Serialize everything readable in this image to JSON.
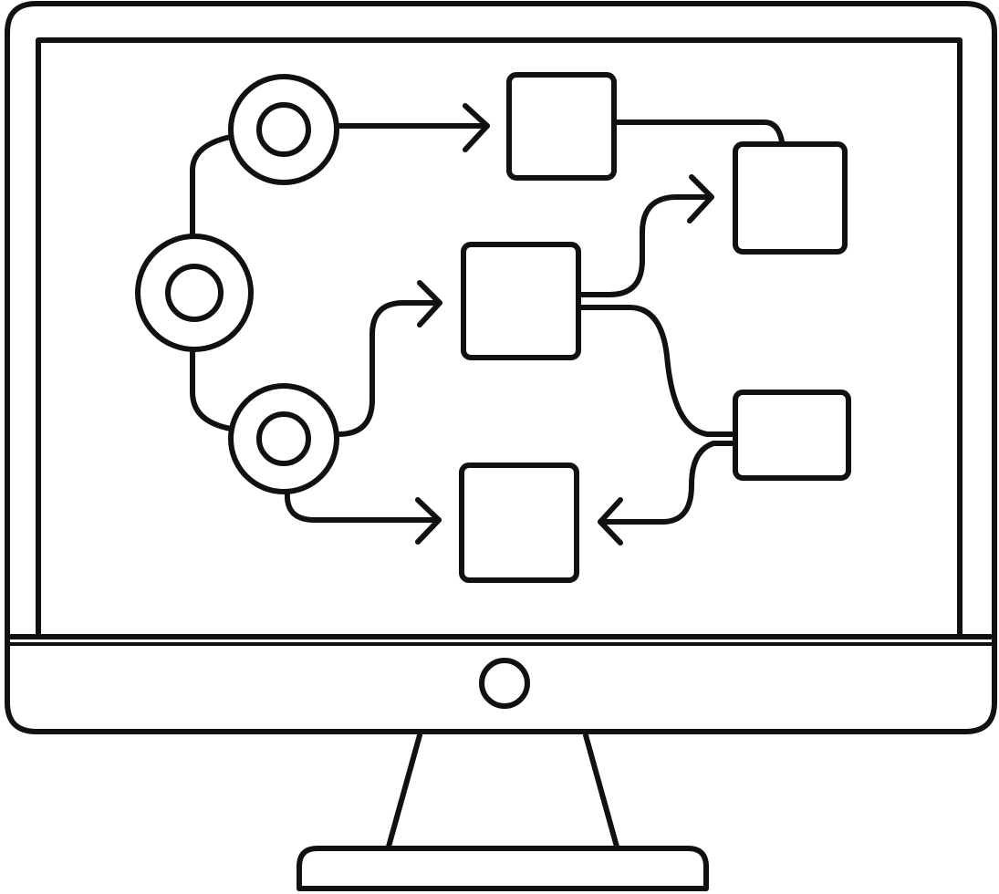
{
  "illustration": {
    "subject": "monitor-icon",
    "screen_content": "flowchart-icon",
    "style": "line-art",
    "stroke_color": "#111111",
    "background_color": "#ffffff"
  },
  "flowchart": {
    "circle_nodes": [
      {
        "id": "circle-top"
      },
      {
        "id": "circle-middle"
      },
      {
        "id": "circle-bottom"
      }
    ],
    "box_nodes": [
      {
        "id": "box-top"
      },
      {
        "id": "box-top-right"
      },
      {
        "id": "box-center"
      },
      {
        "id": "box-right"
      },
      {
        "id": "box-bottom"
      }
    ],
    "edges": [
      {
        "from": "circle-middle",
        "to": "circle-top",
        "arrow": false
      },
      {
        "from": "circle-middle",
        "to": "circle-bottom",
        "arrow": false
      },
      {
        "from": "circle-top",
        "to": "box-top",
        "arrow": true
      },
      {
        "from": "box-top",
        "to": "box-top-right",
        "arrow": false
      },
      {
        "from": "box-center",
        "to": "box-top-right",
        "arrow": true
      },
      {
        "from": "circle-bottom",
        "to": "box-center",
        "arrow": true
      },
      {
        "from": "box-center",
        "to": "box-right",
        "arrow": false
      },
      {
        "from": "circle-bottom",
        "to": "box-bottom",
        "arrow": true
      },
      {
        "from": "box-right",
        "to": "box-bottom",
        "arrow": true
      }
    ]
  }
}
